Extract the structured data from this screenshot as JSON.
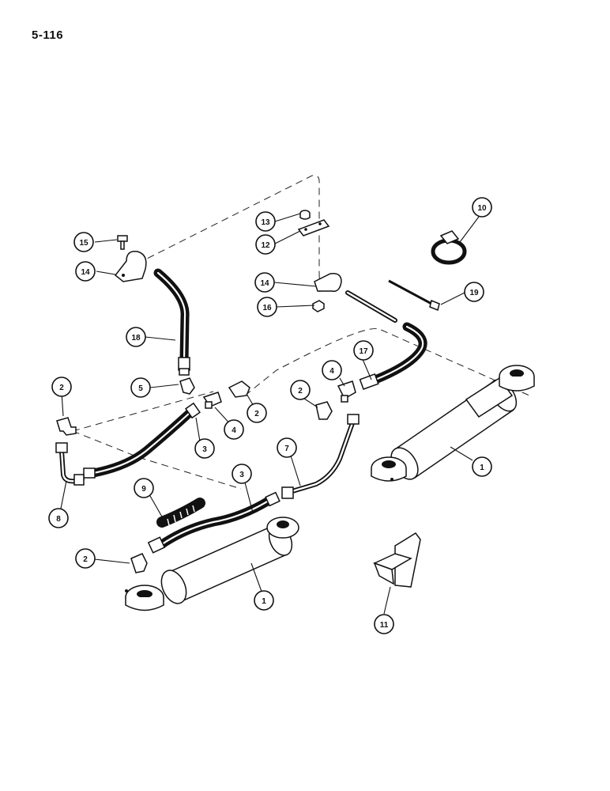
{
  "page": {
    "number": "5-116"
  },
  "callouts": [
    {
      "id": "c15",
      "label": "15"
    },
    {
      "id": "c14a",
      "label": "14"
    },
    {
      "id": "c18",
      "label": "18"
    },
    {
      "id": "c5",
      "label": "5"
    },
    {
      "id": "c2a",
      "label": "2"
    },
    {
      "id": "c8",
      "label": "8"
    },
    {
      "id": "c3a",
      "label": "3"
    },
    {
      "id": "c4a",
      "label": "4"
    },
    {
      "id": "c2b",
      "label": "2"
    },
    {
      "id": "c9",
      "label": "9"
    },
    {
      "id": "c3b",
      "label": "3"
    },
    {
      "id": "c7",
      "label": "7"
    },
    {
      "id": "c2c",
      "label": "2"
    },
    {
      "id": "c1a",
      "label": "1"
    },
    {
      "id": "c13",
      "label": "13"
    },
    {
      "id": "c12",
      "label": "12"
    },
    {
      "id": "c14b",
      "label": "14"
    },
    {
      "id": "c16",
      "label": "16"
    },
    {
      "id": "c17",
      "label": "17"
    },
    {
      "id": "c4b",
      "label": "4"
    },
    {
      "id": "c2d",
      "label": "2"
    },
    {
      "id": "c10",
      "label": "10"
    },
    {
      "id": "c19",
      "label": "19"
    },
    {
      "id": "c1b",
      "label": "1"
    },
    {
      "id": "c11",
      "label": "11"
    }
  ]
}
